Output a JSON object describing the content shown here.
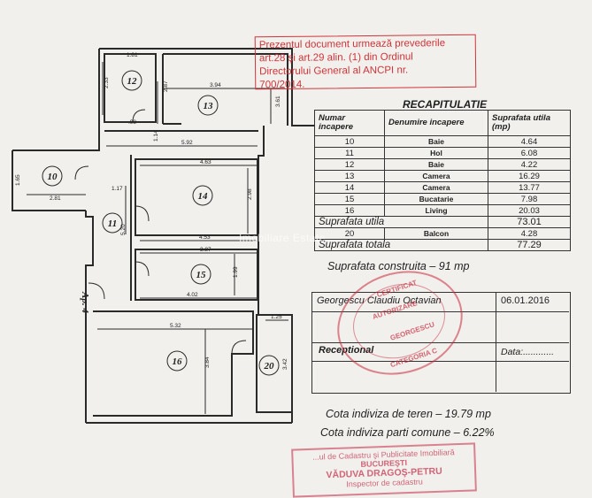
{
  "notice": {
    "line1": "Prezentul document urmează prevederile",
    "line2": "art.28 şi art.29 alin. (1) din Ordinul",
    "line3": "Directorului General al ANCPI nr.",
    "line4": "700/2014."
  },
  "recap": {
    "title": "RECAPITULATIE",
    "headers": {
      "numar": "Numar incapere",
      "denumire": "Denumire incapere",
      "suprafata": "Suprafata utila (mp)"
    },
    "rows": [
      {
        "num": "10",
        "name": "Baie",
        "val": "4.64"
      },
      {
        "num": "11",
        "name": "Hol",
        "val": "6.08"
      },
      {
        "num": "12",
        "name": "Baie",
        "val": "4.22"
      },
      {
        "num": "13",
        "name": "Camera",
        "val": "16.29"
      },
      {
        "num": "14",
        "name": "Camera",
        "val": "13.77"
      },
      {
        "num": "15",
        "name": "Bucatarie",
        "val": "7.98"
      },
      {
        "num": "16",
        "name": "Living",
        "val": "20.03"
      }
    ],
    "utila_label": "Suprafata utila",
    "utila_val": "73.01",
    "balcon_num": "20",
    "balcon_name": "Balcon",
    "balcon_val": "4.28",
    "totala_label": "Suprafata totala",
    "totala_val": "77.29"
  },
  "construita": "Suprafata construita – 91 mp",
  "signature": {
    "name": "Georgescu Claudiu Octavian",
    "date": "06.01.2016",
    "receptional": "Receptional",
    "data_label": "Data:............"
  },
  "cota_teren": "Cota indiviza de teren – 19.79 mp",
  "cota_parti": "Cota indiviza parti comune – 6.22%",
  "stamp_round": {
    "certificat": "CERTIFICAT",
    "autorizare": "AUTORIZARE",
    "name": "GEORGESCU",
    "categoria": "CATEGORIA C"
  },
  "stamp_rect": {
    "line1": "...ul de Cadastru şi Publicitate Imobiliară",
    "line2": "BUCUREŞTI",
    "line3": "VĂDUVA DRAGOŞ-PETRU",
    "line4": "Inspector de cadastru"
  },
  "watermark": "Imobiliare Estate",
  "plan": {
    "apartment_label": "Ap. 4",
    "rooms": [
      "10",
      "11",
      "12",
      "13",
      "14",
      "15",
      "16",
      "20"
    ],
    "dims": {
      "d181": "1.81",
      "d233": "2.33",
      "d287": "2.87",
      "d394": "3.94",
      "d361": "3.61",
      "d98": ".98",
      "d114": "1.14",
      "d592": "5.92",
      "d165": "1.65",
      "d281": "2.81",
      "d463": "4.63",
      "d117": "1.17",
      "d298": "2.98",
      "d520": "5.20",
      "d453": "4.53",
      "d387": "3.87",
      "d199": "1.99",
      "d402": "4.02",
      "d125": "1.25",
      "d532": "5.32",
      "d384": "3.84",
      "d342": "3.42"
    }
  }
}
